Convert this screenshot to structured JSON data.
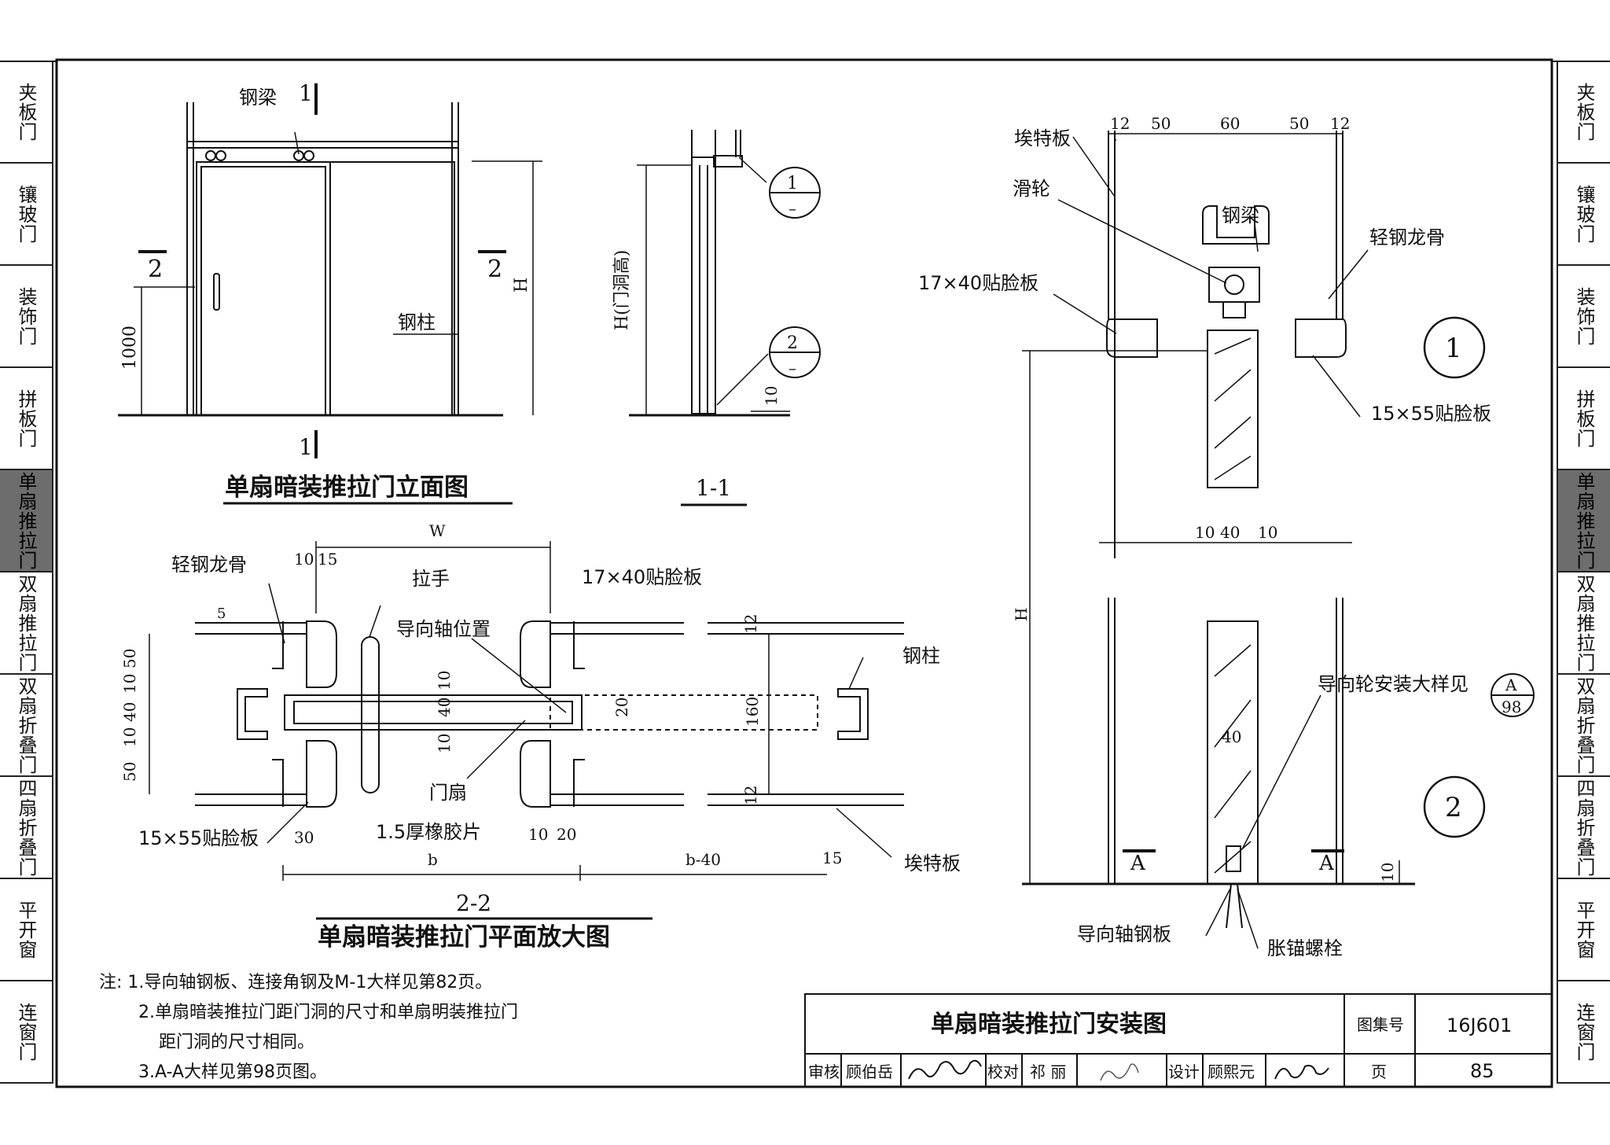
{
  "tabs_left": [
    "夹板门",
    "镶玻门",
    "装饰门",
    "拼板门",
    "单扇推拉门",
    "双扇推拉门",
    "双扇折叠门",
    "四扇折叠门",
    "平开窗",
    "连窗门"
  ],
  "tabs_right": [
    "夹板门",
    "镶玻门",
    "装饰门",
    "拼板门",
    "单扇推拉门",
    "双扇推拉门",
    "双扇折叠门",
    "四扇折叠门",
    "平开窗",
    "连窗门"
  ],
  "active_tab_index": 4,
  "elevation": {
    "title": "单扇暗装推拉门立面图",
    "label_beam": "钢梁",
    "label_column": "钢柱",
    "section_1": "1",
    "section_2": "2",
    "dim_1000": "1000",
    "dim_H": "H"
  },
  "section11": {
    "title": "1-1",
    "dim_H_opening": "H(门洞高)",
    "dim_10": "10",
    "callout1_top": "1",
    "callout1_bottom": "–",
    "callout2_top": "2",
    "callout2_bottom": "–"
  },
  "plan": {
    "section_number": "2-2",
    "title": "单扇暗装推拉门平面放大图",
    "label_light_steel": "轻钢龙骨",
    "label_handle": "拉手",
    "label_guide_axis": "导向轴位置",
    "label_panel_17x40": "17×40贴脸板",
    "label_column": "钢柱",
    "label_door_leaf": "门扇",
    "label_rubber": "1.5厚橡胶片",
    "label_panel_15x55": "15×55贴脸板",
    "label_board": "埃特板",
    "dim_W": "W",
    "dim_b": "b",
    "dim_b40": "b-40",
    "dims_top": [
      "10",
      "15"
    ],
    "dim_5": "5",
    "dims_left": [
      "50",
      "10",
      "40",
      "10",
      "50"
    ],
    "dims_center": [
      "10",
      "40",
      "10"
    ],
    "dim_20": "20",
    "dim_160": "160",
    "dim_12a": "12",
    "dim_12b": "12",
    "dim_30": "30",
    "dims_bottom_1020": [
      "10",
      "20"
    ],
    "dim_15": "15"
  },
  "install": {
    "label_board": "埃特板",
    "label_pulley": "滑轮",
    "label_beam": "钢梁",
    "label_light_steel": "轻钢龙骨",
    "label_panel_17x40": "17×40贴脸板",
    "label_panel_15x55": "15×55贴脸板",
    "dims_top": [
      "12",
      "50",
      "60",
      "50",
      "12"
    ],
    "dims_mid": [
      "10",
      "40",
      "10"
    ],
    "dim_40": "40",
    "dim_H": "H",
    "dim_10": "10",
    "circle_1": "1",
    "circle_2": "2",
    "label_guide_wheel": "导向轮安装大样见",
    "ref_top": "A",
    "ref_bottom": "98",
    "label_guide_plate": "导向轴钢板",
    "label_anchor": "胀锚螺栓",
    "section_A": "A"
  },
  "notes": [
    "注: 1.导向轴钢板、连接角钢及M-1大样见第82页。",
    "2.单扇暗装推拉门距门洞的尺寸和单扇明装推拉门",
    "距门洞的尺寸相同。",
    "3.A-A大样见第98页图。"
  ],
  "title_block": {
    "title": "单扇暗装推拉门安装图",
    "atlas_label": "图集号",
    "atlas_no": "16J601",
    "review_label": "审核",
    "reviewer": "顾伯岳",
    "check_label": "校对",
    "checker": "祁 丽",
    "design_label": "设计",
    "designer": "顾熙元",
    "page_label": "页",
    "page_no": "85"
  }
}
